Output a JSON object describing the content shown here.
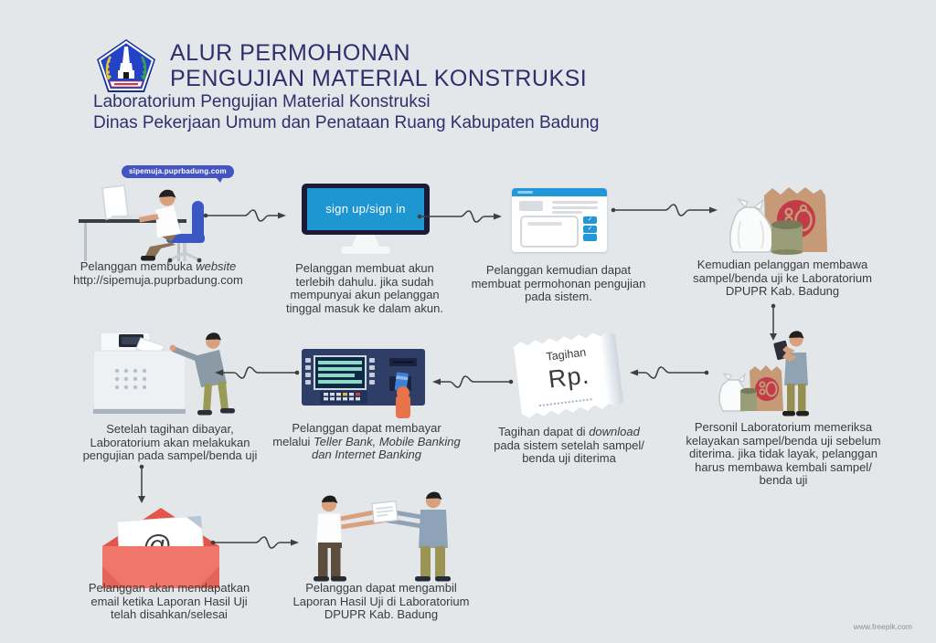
{
  "page": {
    "background": "#e3e7e9",
    "credit": "www.freepik.com"
  },
  "header": {
    "logo_name": "badung-regency-emblem",
    "title_line1": "ALUR PERMOHONAN",
    "title_line2": "PENGUJIAN MATERIAL KONSTRUKSI",
    "subtitle_line1": "Laboratorium Pengujian Material Konstruksi",
    "subtitle_line2": "Dinas Pekerjaan Umum dan Penataan Ruang Kabupaten Badung"
  },
  "labels": {
    "website_bubble": "sipemuja.puprbadung.com",
    "monitor_screen": "sign up/sign in",
    "receipt_title": "Tagihan",
    "receipt_currency": "Rp.",
    "email_at_symbol": "@"
  },
  "steps": [
    {
      "name": "open-website",
      "illustration": "person-at-computer-illustration",
      "caption": [
        [
          {
            "t": "Pelanggan membuka "
          },
          {
            "t": "website",
            "i": true
          }
        ],
        [
          {
            "t": "http://sipemuja.puprbadung.com"
          }
        ]
      ]
    },
    {
      "name": "create-account",
      "illustration": "signup-monitor-illustration",
      "caption": [
        [
          {
            "t": "Pelanggan membuat akun"
          }
        ],
        [
          {
            "t": "terlebih dahulu. jika sudah"
          }
        ],
        [
          {
            "t": "mempunyai akun pelanggan"
          }
        ],
        [
          {
            "t": "tinggal masuk ke dalam akun."
          }
        ]
      ]
    },
    {
      "name": "create-request",
      "illustration": "request-form-illustration",
      "caption": [
        [
          {
            "t": "Pelanggan kemudian dapat"
          }
        ],
        [
          {
            "t": "membuat permohonan pengujian"
          }
        ],
        [
          {
            "t": "pada sistem."
          }
        ]
      ]
    },
    {
      "name": "bring-sample",
      "illustration": "sample-bags-illustration",
      "caption": [
        [
          {
            "t": "Kemudian pelanggan membawa"
          }
        ],
        [
          {
            "t": "sampel/benda uji ke Laboratorium"
          }
        ],
        [
          {
            "t": "DPUPR Kab. Badung"
          }
        ]
      ]
    },
    {
      "name": "sample-check",
      "illustration": "lab-officer-illustration",
      "caption": [
        [
          {
            "t": "Personil Laboratorium memeriksa"
          }
        ],
        [
          {
            "t": "kelayakan sampel/benda uji sebelum"
          }
        ],
        [
          {
            "t": "diterima. jika tidak layak, pelanggan"
          }
        ],
        [
          {
            "t": "harus membawa kembali sampel/"
          }
        ],
        [
          {
            "t": "benda uji"
          }
        ]
      ]
    },
    {
      "name": "download-invoice",
      "illustration": "invoice-receipt-illustration",
      "caption": [
        [
          {
            "t": "Tagihan dapat di "
          },
          {
            "t": "download",
            "i": true
          }
        ],
        [
          {
            "t": "pada sistem setelah sampel/"
          }
        ],
        [
          {
            "t": "benda uji diterima"
          }
        ]
      ]
    },
    {
      "name": "pay-invoice",
      "illustration": "atm-payment-illustration",
      "caption": [
        [
          {
            "t": "Pelanggan dapat membayar"
          }
        ],
        [
          {
            "t": "melalui "
          },
          {
            "t": "Teller Bank, Mobile Banking",
            "i": true
          }
        ],
        [
          {
            "t": "dan Internet Banking",
            "i": true
          }
        ]
      ]
    },
    {
      "name": "lab-testing",
      "illustration": "testing-machine-illustration",
      "caption": [
        [
          {
            "t": "Setelah tagihan dibayar,"
          }
        ],
        [
          {
            "t": "Laboratorium akan melakukan"
          }
        ],
        [
          {
            "t": "pengujian pada sampel/benda uji"
          }
        ]
      ]
    },
    {
      "name": "email-notification",
      "illustration": "email-envelope-illustration",
      "caption": [
        [
          {
            "t": "Pelanggan akan mendapatkan"
          }
        ],
        [
          {
            "t": "email ketika Laporan Hasil Uji"
          }
        ],
        [
          {
            "t": "telah disahkan/selesai"
          }
        ]
      ]
    },
    {
      "name": "pickup-report",
      "illustration": "report-handover-illustration",
      "caption": [
        [
          {
            "t": "Pelanggan dapat mengambil"
          }
        ],
        [
          {
            "t": "Laporan Hasil Uji di Laboratorium"
          }
        ],
        [
          {
            "t": "DPUPR Kab. Badung"
          }
        ]
      ]
    }
  ],
  "colors": {
    "background": "#e3e7e9",
    "title_navy": "#2f2f6d",
    "caption_gray": "#3b3b3b",
    "screen_blue": "#1e96d2",
    "bubble_indigo": "#4355c0",
    "envelope_coral": "#f0756b",
    "envelope_flap_red": "#e2564c",
    "bag_brown": "#c69a76",
    "badge_red": "#c23b49",
    "atm_navy": "#2e3e66",
    "chair_blue": "#3a57c4",
    "connector": "#3f3f3f"
  }
}
